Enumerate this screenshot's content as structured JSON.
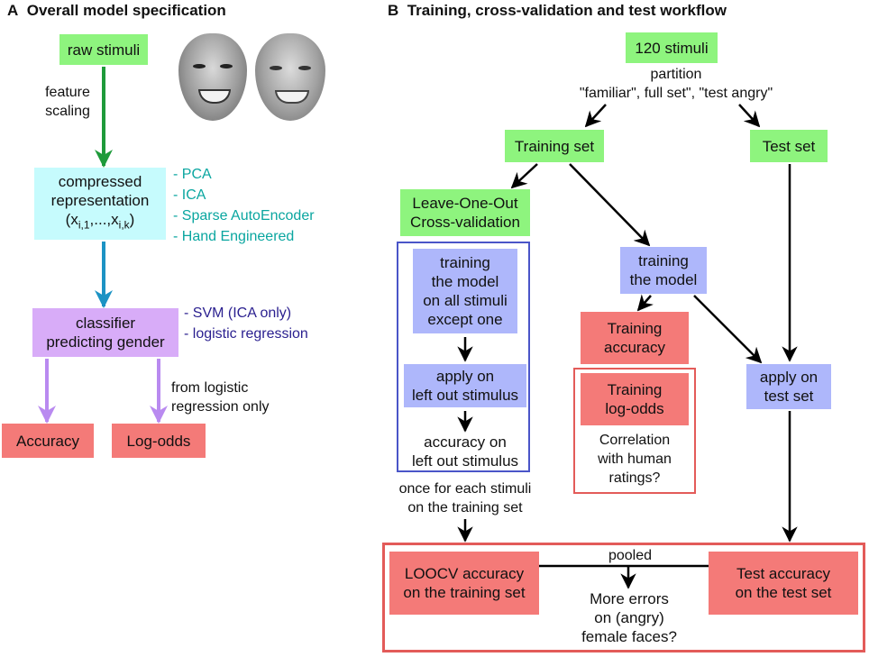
{
  "panelA": {
    "letter": "A",
    "title": "Overall model specification",
    "raw_stimuli": "raw stimuli",
    "feature_scaling": [
      "feature",
      "scaling"
    ],
    "compressed": [
      "compressed",
      "representation"
    ],
    "compressed_formula": "(x",
    "formula_sub1": "i,1",
    "formula_mid": ",...,x",
    "formula_sub2": "i,k",
    "formula_end": ")",
    "methods": [
      "- PCA",
      "- ICA",
      "- Sparse AutoEncoder",
      "- Hand Engineered"
    ],
    "classifier": [
      "classifier",
      "predicting gender"
    ],
    "classifiers": [
      "- SVM (ICA only)",
      "- logistic regression"
    ],
    "from_logistic": [
      "from logistic",
      "regression only"
    ],
    "accuracy": "Accuracy",
    "log_odds": "Log-odds"
  },
  "panelB": {
    "letter": "B",
    "title": "Training, cross-validation and test workflow",
    "stimuli_120": "120 stimuli",
    "partition": [
      "partition",
      "\"familiar\", full set\", \"test angry\""
    ],
    "training_set": "Training set",
    "test_set": "Test set",
    "loo": [
      "Leave-One-Out",
      "Cross-validation"
    ],
    "train_except": [
      "training",
      "the model",
      "on all stimuli",
      "except one"
    ],
    "apply_left": [
      "apply on",
      "left out stimulus"
    ],
    "acc_left": [
      "accuracy on",
      "left out stimulus"
    ],
    "once_each": [
      "once for each stimuli",
      "on the training set"
    ],
    "training_model": [
      "training",
      "the model"
    ],
    "training_accuracy": [
      "Training",
      "accuracy"
    ],
    "training_logodds": [
      "Training",
      "log-odds"
    ],
    "correlation": [
      "Correlation",
      "with human",
      "ratings?"
    ],
    "apply_test": [
      "apply on",
      "test set"
    ],
    "pooled": "pooled",
    "loocv_acc": [
      "LOOCV accuracy",
      "on the training set"
    ],
    "test_acc": [
      "Test accuracy",
      "on the test set"
    ],
    "more_errors": [
      "More errors",
      "on (angry)",
      "female faces?"
    ]
  },
  "colors": {
    "green": "#8ef47e",
    "cyan": "#c6fbfd",
    "violet": "#d8acf8",
    "blue": "#aeb7fb",
    "red": "#f47a78",
    "teal": "#0aa6a0",
    "navy": "#2a1f8f"
  }
}
